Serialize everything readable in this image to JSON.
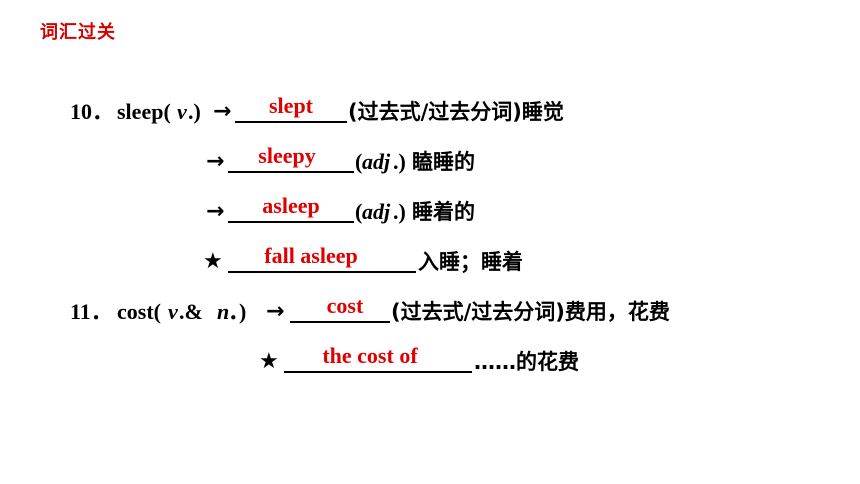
{
  "header": {
    "title": "词汇过关"
  },
  "items": {
    "i10": {
      "number": "10．",
      "word": "sleep(",
      "pos": "v",
      "pos_close": ".)",
      "answer": "slept",
      "note": "(过去式/过去分词)睡觉"
    },
    "i10_b": {
      "answer": "sleepy",
      "pos_open": "(",
      "pos": "adj",
      "pos_close": ".)",
      "meaning": "瞌睡的"
    },
    "i10_c": {
      "answer": "asleep",
      "pos_open": "(",
      "pos": "adj",
      "pos_close": ".)",
      "meaning": "睡着的"
    },
    "i10_d": {
      "answer": "fall asleep",
      "meaning": "入睡；睡着"
    },
    "i11": {
      "number": "11．",
      "word": "cost(",
      "pos": "v",
      "pos_mid": ".& ",
      "pos2": "n",
      "pos_close": "．)",
      "answer": "cost",
      "note": "(过去式/过去分词)费用，花费"
    },
    "i11_b": {
      "answer": "the cost of",
      "meaning": "……的花费"
    }
  },
  "symbols": {
    "arrow": "→",
    "star": "★"
  },
  "colors": {
    "accent": "#d60000",
    "answer": "#e00000",
    "text": "#000000"
  }
}
